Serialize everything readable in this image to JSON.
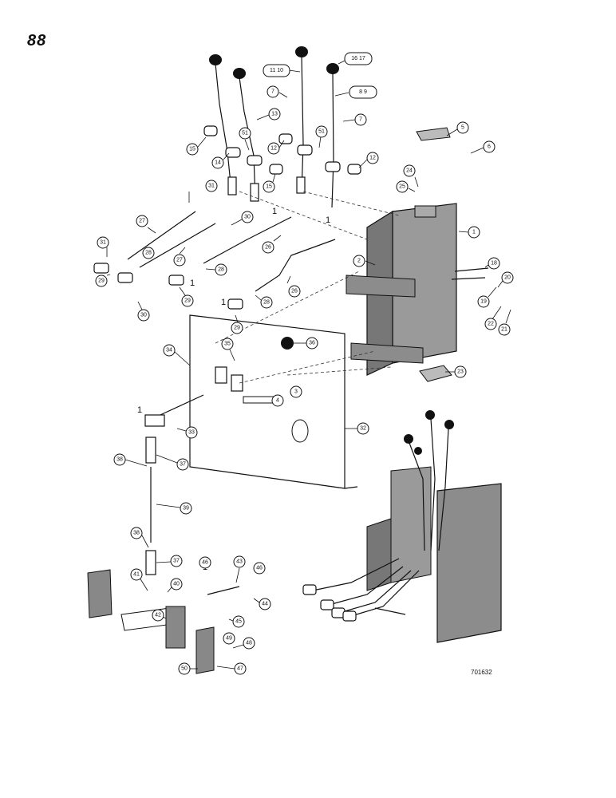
{
  "page_number": "88",
  "figure_code": "701632",
  "callouts": {
    "c1": "1",
    "c2": "2",
    "c3": "3",
    "c4": "4",
    "c5": "5",
    "c6": "6",
    "c7a": "7",
    "c7b": "7",
    "c8_9": "8 9",
    "c10_11": "11 10",
    "c12a": "12",
    "c12b": "12",
    "c13": "13",
    "c14": "14",
    "c15a": "15",
    "c15b": "15",
    "c16_17": "16 17",
    "c18": "18",
    "c19": "19",
    "c20": "20",
    "c21": "21",
    "c22": "22",
    "c23": "23",
    "c24": "24",
    "c25": "25",
    "c26a": "26",
    "c26b": "26",
    "c27a": "27",
    "c27b": "27",
    "c28a": "28",
    "c28b": "28",
    "c28c": "28",
    "c29a": "29",
    "c29b": "29",
    "c29c": "29",
    "c30a": "30",
    "c30b": "30",
    "c31a": "31",
    "c31b": "31",
    "c32": "32",
    "c33": "33",
    "c34": "34",
    "c35": "35",
    "c36": "36",
    "c37a": "37",
    "c37b": "37",
    "c38a": "38",
    "c38b": "38",
    "c39": "39",
    "c40": "40",
    "c41": "41",
    "c42": "42",
    "c43": "43",
    "c44": "44",
    "c45": "45",
    "c46a": "46",
    "c46b": "46",
    "c47": "47",
    "c48": "48",
    "c49": "49",
    "c50": "50",
    "c51a": "51",
    "c51b": "51"
  }
}
